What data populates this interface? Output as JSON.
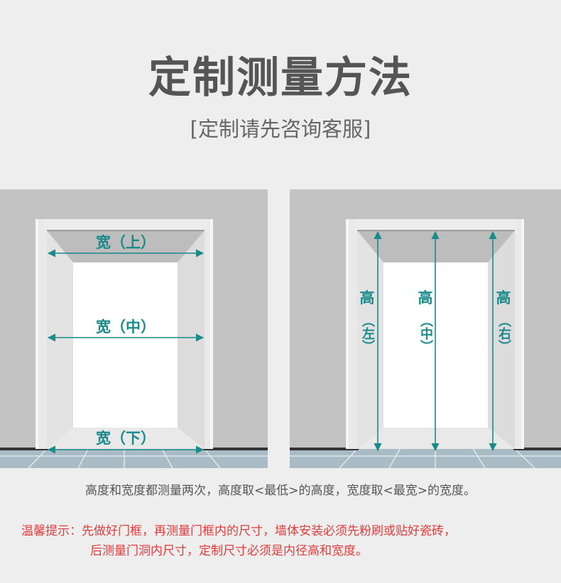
{
  "header": {
    "title": "定制测量方法",
    "subtitle": "[定制请先咨询客服]"
  },
  "width_diagram": {
    "labels": {
      "top": "宽（上）",
      "middle": "宽（中）",
      "bottom": "宽（下）"
    }
  },
  "height_diagram": {
    "labels": {
      "left": {
        "main": "高",
        "paren": "︵左︶"
      },
      "middle": {
        "main": "高",
        "paren": "︵中︶"
      },
      "right": {
        "main": "高",
        "paren": "︵右︶"
      }
    }
  },
  "instructions": {
    "rule": "高度和宽度都测量两次，高度取<最低>的高度，宽度取<最宽>的宽度。",
    "tip_line1": "温馨提示：先做好门框，再测量门框内的尺寸，墙体安装必须先粉刷或贴好瓷砖，",
    "tip_line2": "后测量门洞内尺寸，定制尺寸必须是内径高和宽度。"
  },
  "colors": {
    "accent_teal": "#1a8a8a",
    "title_gray": "#555555",
    "warning_red": "#e03c3c",
    "wall_gray": "#c3c3c3",
    "floor_tile": "#a9bcc6"
  }
}
